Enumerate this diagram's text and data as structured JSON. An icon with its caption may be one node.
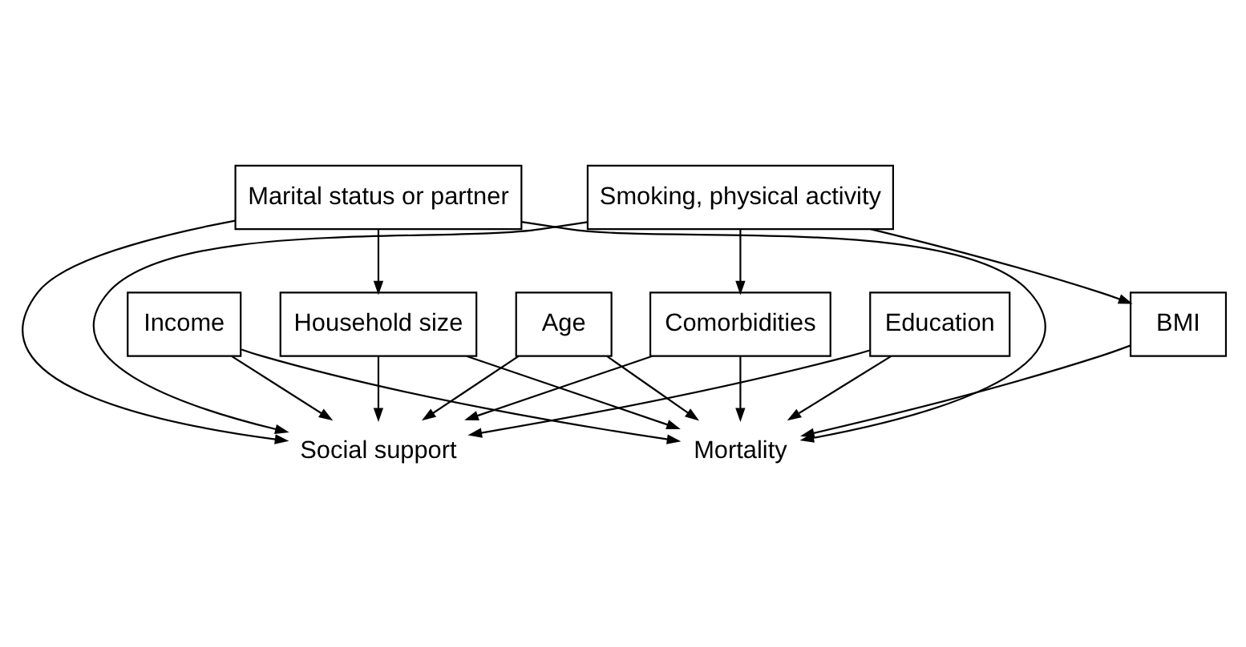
{
  "diagram": {
    "nodes": [
      {
        "text": [
          "Comorbidities"
        ]
      },
      {
        "text": [
          "Smoking, physical activity"
        ]
      },
      {
        "text": [
          "BMI"
        ]
      },
      {
        "text": [
          "Household size"
        ]
      },
      {
        "text": [
          "Education"
        ]
      },
      {
        "text": [
          "Income"
        ]
      },
      {
        "text": [
          "Marital status or partner"
        ]
      },
      {
        "text": [
          "Age"
        ]
      },
      {
        "text": [
          "Social support"
        ]
      },
      {
        "text": [
          "Mortality"
        ]
      }
    ],
    "edges": [
      {
        "from": 0,
        "to": 8,
        "arrow": "to"
      },
      {
        "from": 0,
        "to": 9,
        "arrow": "to"
      },
      {
        "from": 1,
        "to": 0,
        "arrow": "to"
      },
      {
        "from": 1,
        "to": 8,
        "arrow": "to"
      },
      {
        "from": 1,
        "to": 2,
        "arrow": "to"
      },
      {
        "from": 2,
        "to": 9,
        "arrow": "to"
      },
      {
        "from": 3,
        "to": 8,
        "arrow": "to"
      },
      {
        "from": 3,
        "to": 9,
        "arrow": "to"
      },
      {
        "from": 4,
        "to": 8,
        "arrow": "to"
      },
      {
        "from": 4,
        "to": 9,
        "arrow": "to"
      },
      {
        "from": 5,
        "to": 8,
        "arrow": "to"
      },
      {
        "from": 5,
        "to": 9,
        "arrow": "to"
      },
      {
        "from": 6,
        "to": 3,
        "arrow": "to"
      },
      {
        "from": 6,
        "to": 8,
        "arrow": "to"
      },
      {
        "from": 6,
        "to": 9,
        "arrow": "to"
      },
      {
        "from": 7,
        "to": 8,
        "arrow": "to"
      },
      {
        "from": 7,
        "to": 9,
        "arrow": "to"
      }
    ]
  }
}
